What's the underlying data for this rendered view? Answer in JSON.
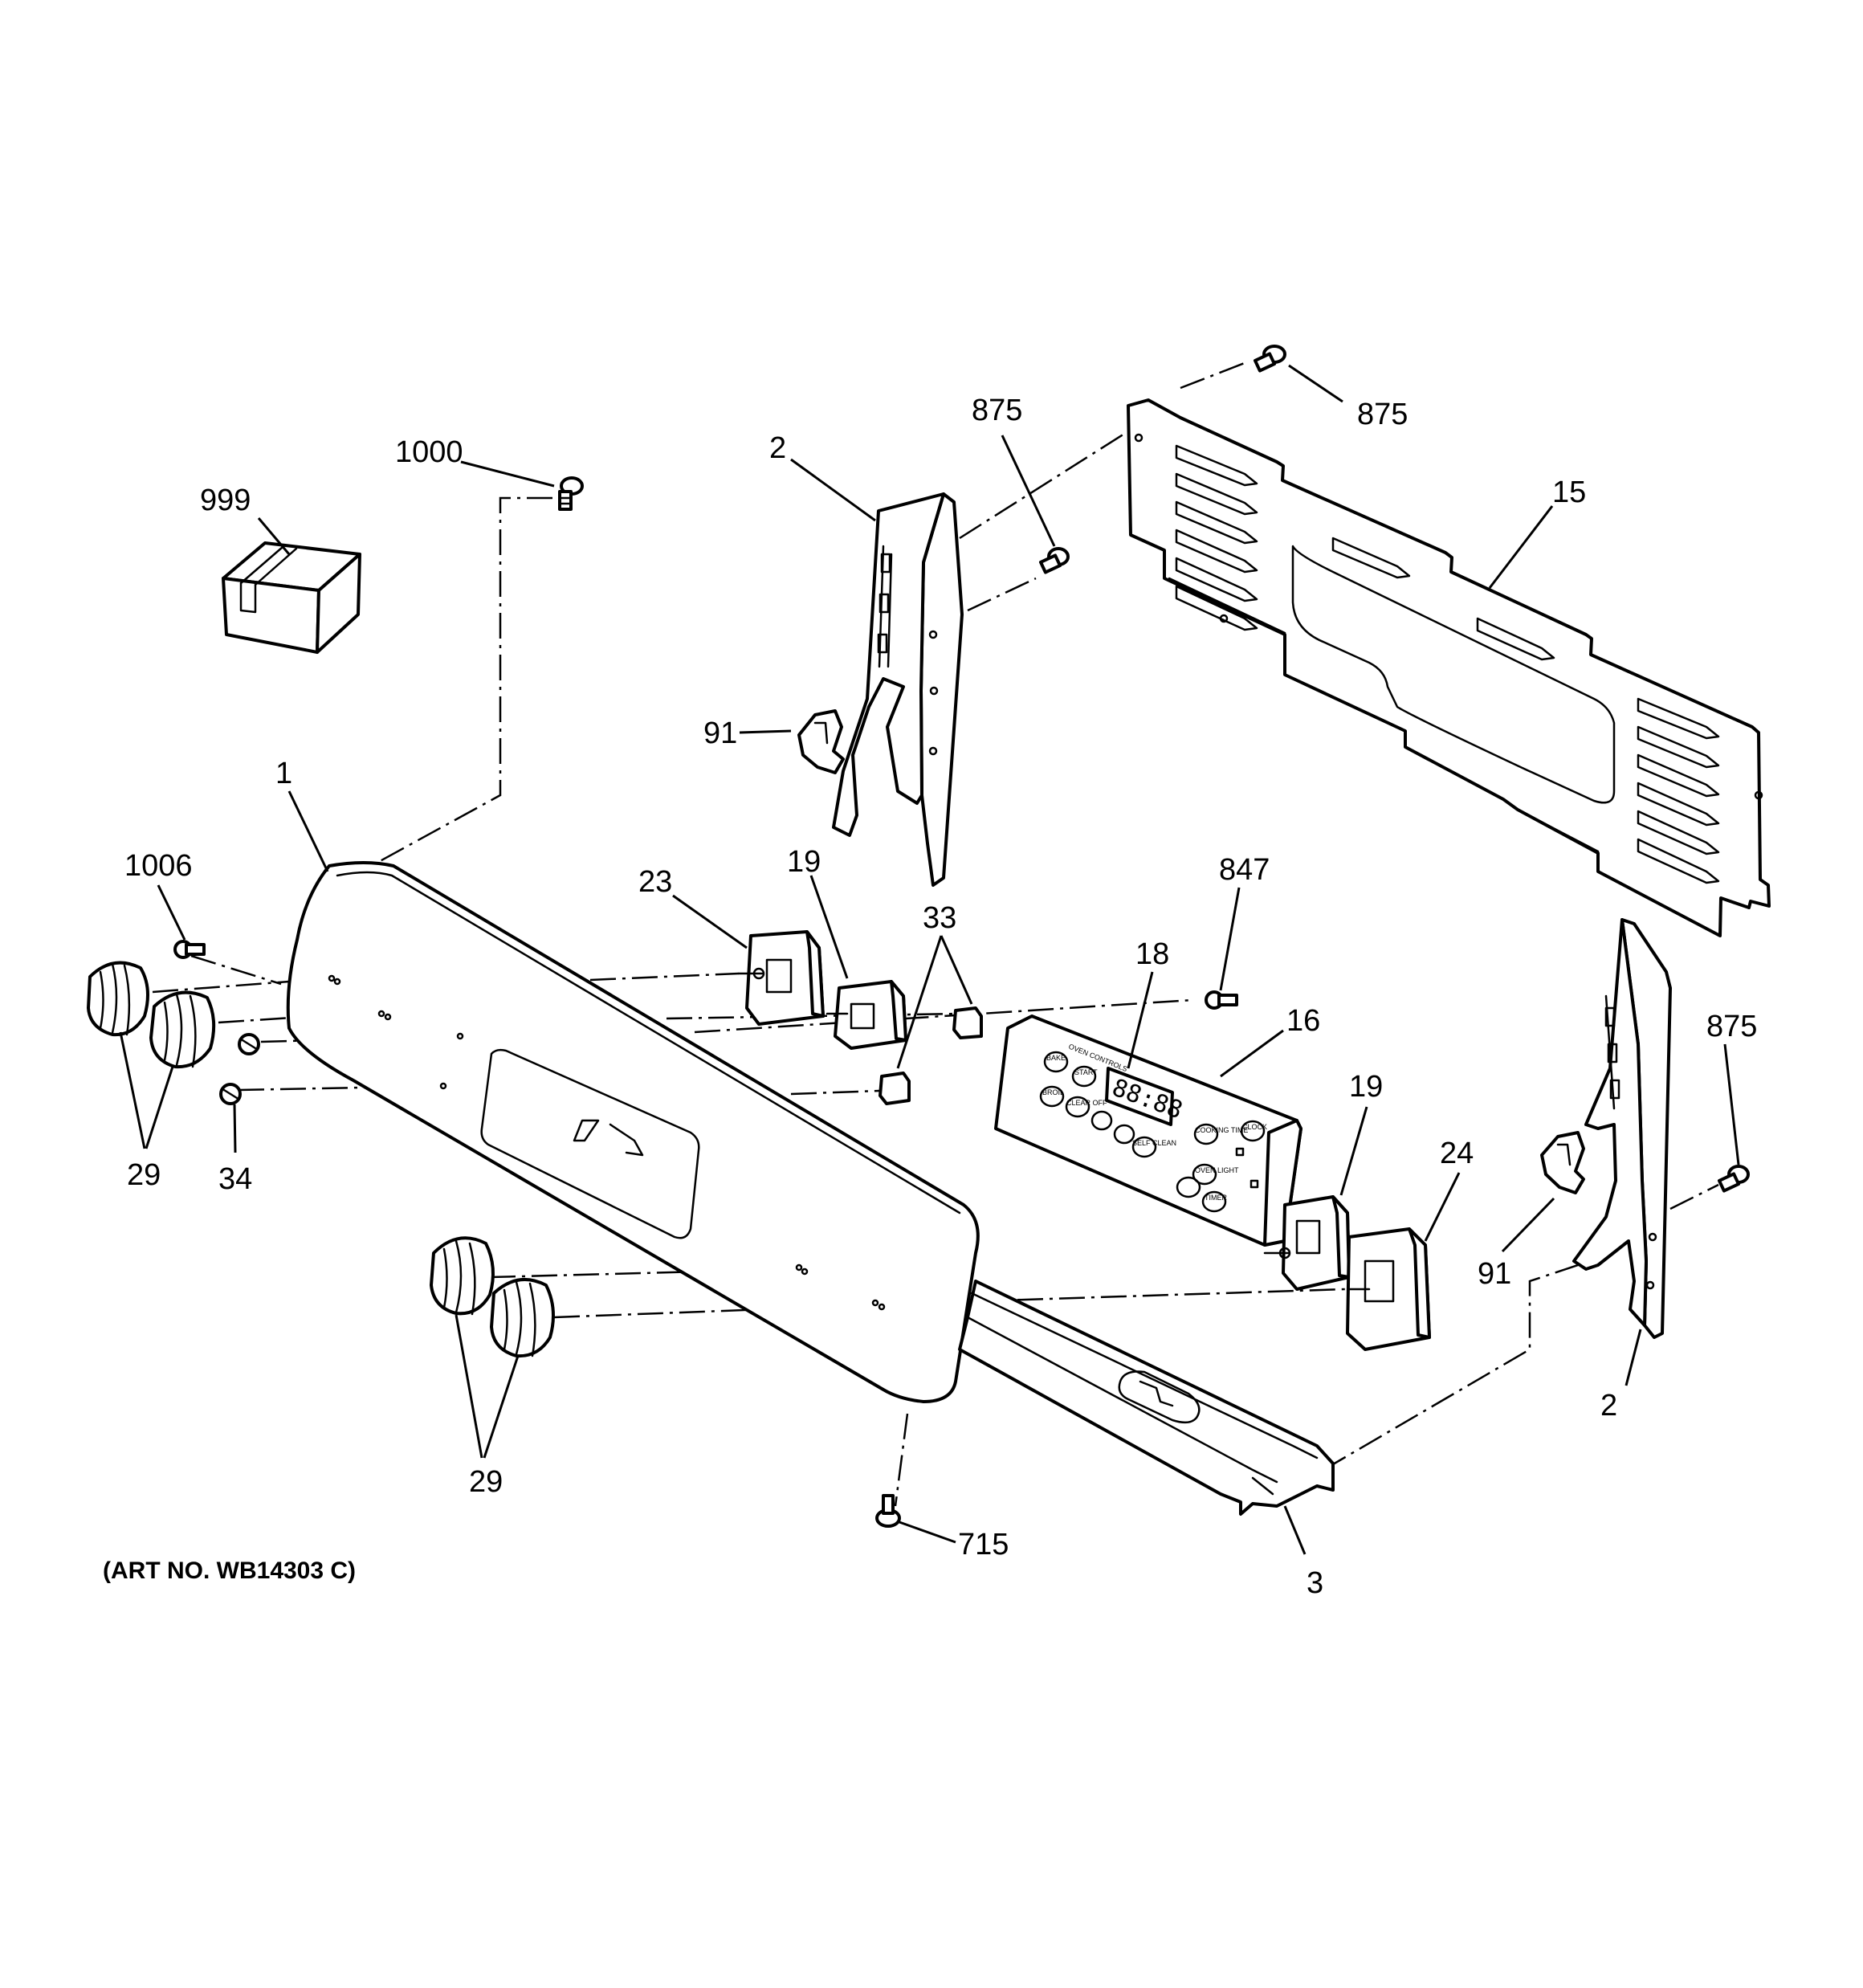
{
  "art_number": "(ART NO. WB14303 C)",
  "callouts": {
    "manual_box": "999",
    "screw_top": "1000",
    "end_cap_left": "2",
    "screw_end_cap_left": "875",
    "screw_back_panel": "875",
    "back_panel": "15",
    "clip_left": "91",
    "control_panel": "1",
    "screw_knob_side": "1006",
    "switch_left": "23",
    "switch_center": "19",
    "indicator_lights": "33",
    "screw_clock": "847",
    "display": "18",
    "clock_control": "16",
    "switch_right_inner": "19",
    "switch_right_outer": "24",
    "screw_end_cap_right": "875",
    "clip_right": "91",
    "end_cap_right": "2",
    "knobs_left": "29",
    "light_lens": "34",
    "knobs_bottom": "29",
    "screw_bottom": "715",
    "trim_bottom": "3"
  },
  "control_labels": {
    "header": "OVEN CONTROLS",
    "bake": "BAKE",
    "start": "START",
    "broil": "BROIL",
    "clear": "CLEAR OFF",
    "self_clean": "SELF CLEAN",
    "oven_light": "OVEN LIGHT",
    "cook_time": "COOKING TIME",
    "clock": "CLOCK",
    "timer": "TIMER",
    "display_digits": "88:88"
  }
}
